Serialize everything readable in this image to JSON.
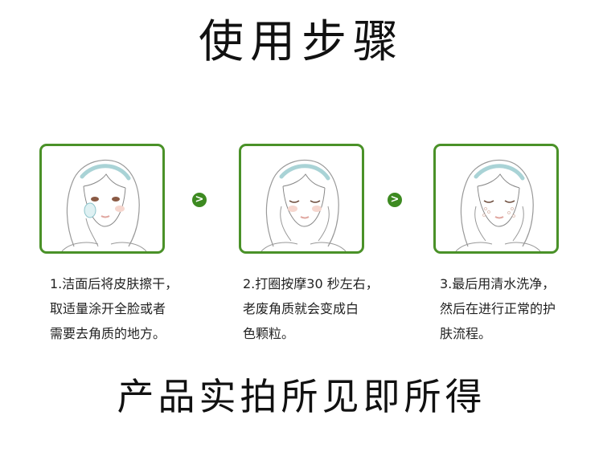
{
  "header": {
    "title": "使用步骤"
  },
  "steps": [
    {
      "illustration": "woman-applying-pad-icon",
      "lines": [
        "1.洁面后将皮肤擦干，",
        "取适量涂开全脸或者",
        "需要去角质的地方。"
      ]
    },
    {
      "illustration": "woman-massaging-face-icon",
      "lines": [
        "2.打圈按摩30 秒左右，",
        "老废角质就会变成白",
        "色颗粒。"
      ]
    },
    {
      "illustration": "woman-rinsing-face-icon",
      "lines": [
        "3.最后用清水洗净，",
        "然后在进行正常的护",
        "肤流程。"
      ]
    }
  ],
  "arrows": [
    {
      "icon": "chevron-right-icon",
      "glyph": ">"
    },
    {
      "icon": "chevron-right-icon",
      "glyph": ">"
    }
  ],
  "footer": {
    "slogan": "产品实拍所见即所得"
  },
  "colors": {
    "accent_green": "#4a9128",
    "arrow_green": "#3d8a21",
    "headband": "#a9d3d6"
  }
}
